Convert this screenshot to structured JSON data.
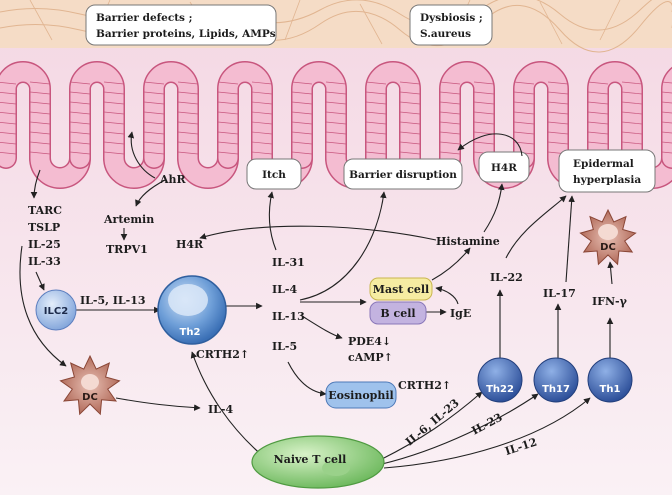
{
  "top_boxes": {
    "barrier": {
      "line1": "Barrier defects ;",
      "line2": "Barrier proteins, Lipids, AMPs"
    },
    "dysbiosis": {
      "line1": "Dysbiosis ;",
      "line2": "S.aureus"
    }
  },
  "outcome_boxes": {
    "itch": "Itch",
    "barrier_disruption": "Barrier disruption",
    "h4r_top": "H4R",
    "epidermal": {
      "line1": "Epidermal",
      "line2": "hyperplasia"
    }
  },
  "left_mediators": [
    "TARC",
    "TSLP",
    "IL-25",
    "IL-33"
  ],
  "ahr": "AhR",
  "artemin": "Artemin",
  "trpv1": "TRPV1",
  "h4r_left": "H4R",
  "histamine": "Histamine",
  "cells": {
    "ilc2": "ILC2",
    "dc_left": "DC",
    "dc_right": "DC",
    "th2": "Th2",
    "mast": "Mast cell",
    "bcell": "B cell",
    "eosinophil": "Eosinophil",
    "naive": "Naive T cell",
    "th22": "Th22",
    "th17": "Th17",
    "th1": "Th1"
  },
  "labels": {
    "ilc2_to_th2": "IL-5, IL-13",
    "crth2_th2": "CRTH2↑",
    "il31": "IL-31",
    "il4": "IL-4",
    "il13": "IL-13",
    "il5": "IL-5",
    "ige": "IgE",
    "pde4": "PDE4↓",
    "camp": "cAMP↑",
    "crth2_eos": "CRTH2↑",
    "il4_dc": "IL-4",
    "il22": "IL-22",
    "il17": "IL-17",
    "ifn": "IFN-γ",
    "il6_il23": "IL-6, IL-23",
    "il23": "IL-23",
    "il12": "IL-12"
  },
  "colors": {
    "background": "#f6e6ee",
    "epithelium": "#f2b9cf",
    "epithelium_stroke": "#c8567e",
    "skin_top": "#f5d9c0",
    "th2": "#5b8fcf",
    "ilc2": "#9ab8e4",
    "dc": "#b86b5a",
    "mast": "#f4e89a",
    "bcell": "#b9a9d8",
    "eosinophil": "#8fb7e8",
    "naive": "#7fc36f",
    "th_right": "#3f67b4"
  }
}
